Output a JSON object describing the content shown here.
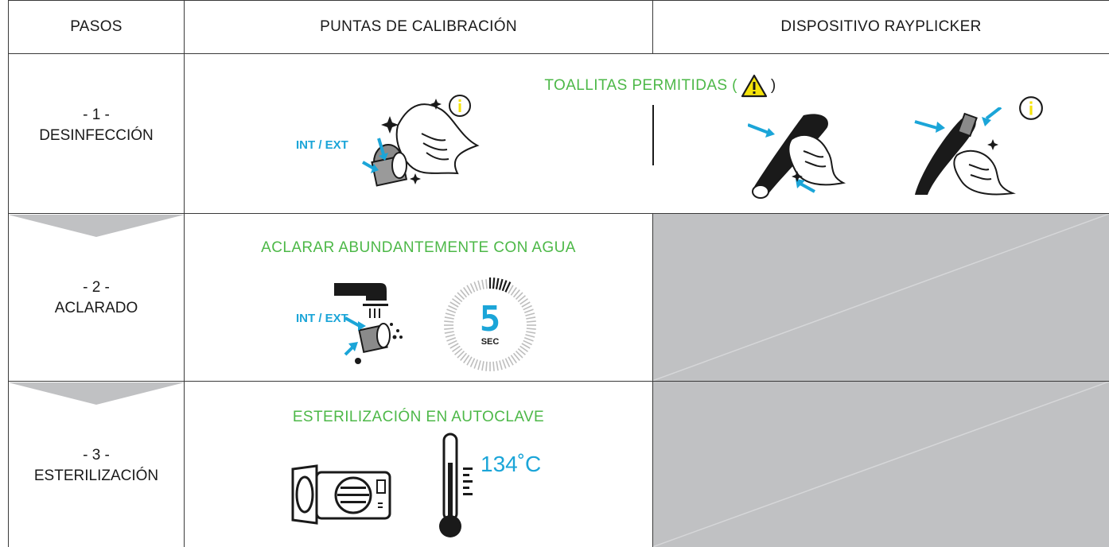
{
  "headers": {
    "steps": "PASOS",
    "tips": "PUNTAS DE CALIBRACIÓN",
    "device": "DISPOSITIVO RAYPLICKER"
  },
  "rows": [
    {
      "number": "- 1 -",
      "name": "DESINFECCIÓN",
      "instruction": "TOALLITAS PERMITIDAS (",
      "instruction_close": ")",
      "tip_label": "INT / EXT"
    },
    {
      "number": "- 2 -",
      "name": "ACLARADO",
      "instruction": "ACLARAR ABUNDANTEMENTE CON AGUA",
      "tip_label": "INT / EXT",
      "timer_value": "5",
      "timer_unit": "SEC"
    },
    {
      "number": "- 3 -",
      "name": "ESTERILIZACIÓN",
      "instruction": "ESTERILIZACIÓN EN AUTOCLAVE",
      "temperature": "134˚C"
    }
  ],
  "colors": {
    "green": "#4db848",
    "blue": "#1ba5d8",
    "yellow": "#f5e30a",
    "gray_cell": "#c0c1c3",
    "chevron": "#c0c1c3"
  }
}
